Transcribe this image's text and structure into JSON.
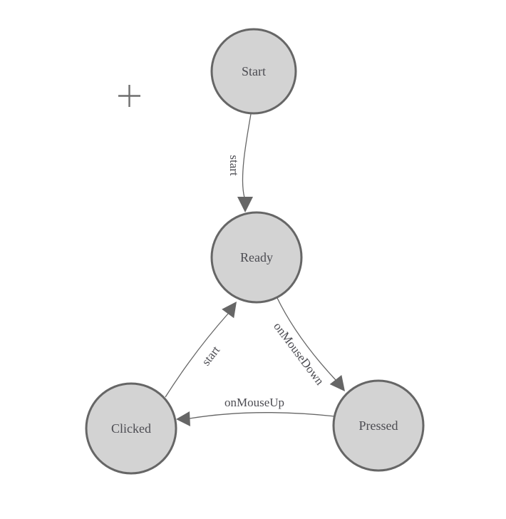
{
  "colors": {
    "background": "#ffffff",
    "node_fill": "#d3d3d3",
    "node_border": "#666666",
    "edge": "#666666",
    "label_text": "#4c4c52",
    "crosshair": "#6e6e6e"
  },
  "icons": {
    "crosshair": "crosshair-plus"
  },
  "diagram": {
    "type": "state-machine",
    "nodes": [
      {
        "id": "start",
        "label": "Start"
      },
      {
        "id": "ready",
        "label": "Ready"
      },
      {
        "id": "clicked",
        "label": "Clicked"
      },
      {
        "id": "pressed",
        "label": "Pressed"
      }
    ],
    "edges": [
      {
        "from": "start",
        "to": "ready",
        "label": "start"
      },
      {
        "from": "clicked",
        "to": "ready",
        "label": "start"
      },
      {
        "from": "ready",
        "to": "pressed",
        "label": "onMouseDown"
      },
      {
        "from": "pressed",
        "to": "clicked",
        "label": "onMouseUp"
      }
    ]
  }
}
